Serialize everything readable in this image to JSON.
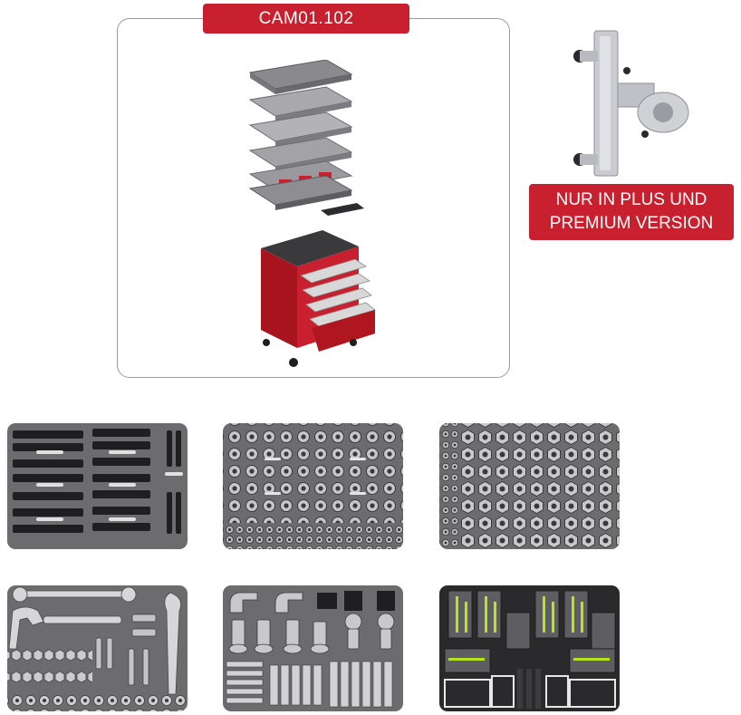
{
  "product": {
    "code": "CAM01.102"
  },
  "accessory": {
    "note_line1": "NUR IN PLUS UND",
    "note_line2": "PREMIUM VERSION"
  },
  "icons": [
    "trolley-image",
    "clamp-image",
    "tray-pins",
    "tray-round-nuts",
    "tray-hex-nuts",
    "tray-wrenches",
    "tray-clamps",
    "tray-supports"
  ],
  "colors": {
    "accent": "#c8202e",
    "tray": "#6c6c6e",
    "frame": "#9a9a9a",
    "highlight": "#b5e61d"
  }
}
